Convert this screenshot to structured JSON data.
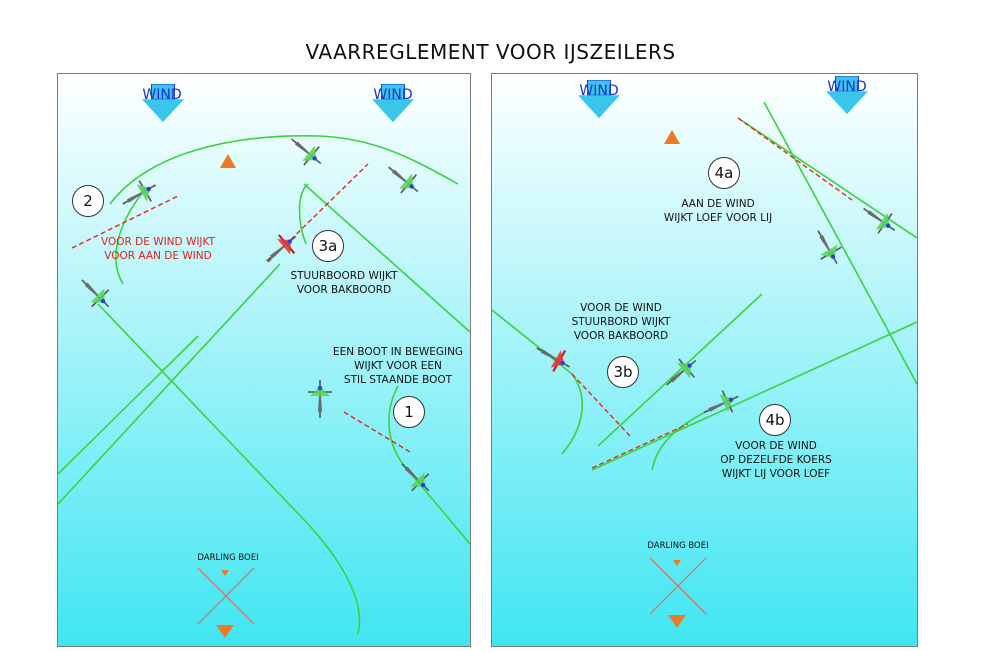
{
  "title": "VAARREGLEMENT VOOR IJSZEILERS",
  "colors": {
    "track": "#3cd23c",
    "rule_line": "#e02a1e",
    "wind": "#39c6ea",
    "wind_text": "#1a2fd6",
    "mark": "#f07a24",
    "bg_top": "#ffffff",
    "bg_bottom": "#3fe6f2"
  },
  "wind_label": "WIND",
  "left": {
    "badges": {
      "r1": "1",
      "r2": "2",
      "r3a": "3a"
    },
    "labels": {
      "rule2_line1": "VOOR DE WIND WIJKT",
      "rule2_line2": "VOOR AAN DE WIND",
      "rule3a_line1": "STUURBOORD WIJKT",
      "rule3a_line2": "VOOR BAKBOORD",
      "rule1_line1": "EEN BOOT IN BEWEGING",
      "rule1_line2": "WIJKT VOOR EEN",
      "rule1_line3": "STIL STAANDE BOOT",
      "buoy": "DARLING BOEI"
    }
  },
  "right": {
    "badges": {
      "r4a": "4a",
      "r3b": "3b",
      "r4b": "4b"
    },
    "labels": {
      "rule4a_line1": "AAN DE WIND",
      "rule4a_line2": "WIJKT LOEF VOOR LIJ",
      "rule3b_line1": "VOOR DE WIND",
      "rule3b_line2": "STUURBORD WIJKT",
      "rule3b_line3": "VOOR BAKBOORD",
      "rule4b_line1": "VOOR DE WIND",
      "rule4b_line2": "OP DEZELFDE KOERS",
      "rule4b_line3": "WIJKT LIJ VOOR LOEF",
      "buoy": "DARLING BOEI"
    }
  }
}
